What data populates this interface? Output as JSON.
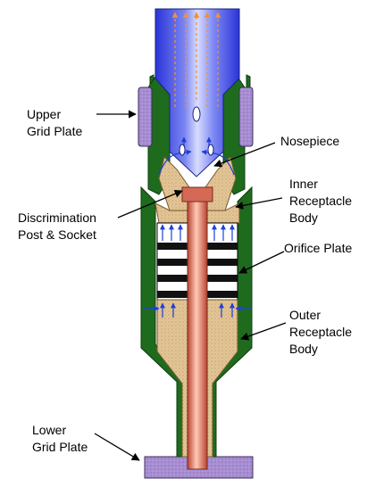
{
  "labels": {
    "upper_grid_plate": [
      "Upper",
      "Grid Plate"
    ],
    "nosepiece": [
      "Nosepiece"
    ],
    "inner_receptacle_body": [
      "Inner",
      "Receptacle",
      "Body"
    ],
    "discrimination_post_socket": [
      "Discrimination",
      "Post & Socket"
    ],
    "orifice_plate": [
      "Orifice Plate"
    ],
    "outer_receptacle_body": [
      "Outer",
      "Receptacle",
      "Body"
    ],
    "lower_grid_plate": [
      "Lower",
      "Grid Plate"
    ]
  },
  "colors": {
    "receptacle_body": "#1e6b1e",
    "grid_plate": "#a98fcf",
    "nosepiece_sand": "#e0c293",
    "post_copper": "#d46a55",
    "post_highlight": "#ffc9b5",
    "fuel_blue": "#3f4fe0",
    "flow_arrows_blue": "#1f3fd8",
    "flow_arrows_orange": "#f0903a",
    "orifice_black": "#111111"
  }
}
